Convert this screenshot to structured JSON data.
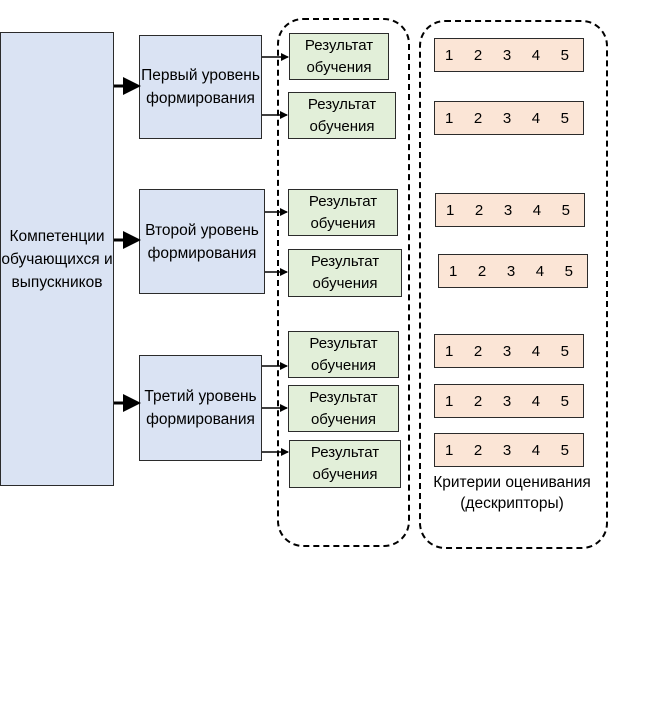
{
  "competence_label": "Компетенции обучающихся и выпускников",
  "levels": [
    {
      "label": "Первый уровень формирования"
    },
    {
      "label": "Второй уровень формирования"
    },
    {
      "label": "Третий уровень формирования"
    }
  ],
  "result_label": "Результат обучения",
  "criteria_numbers": [
    "1",
    "2",
    "3",
    "4",
    "5"
  ],
  "criteria_caption": "Критерии оценивания (дескрипторы)",
  "colors": {
    "competence_fill": "#dae3f3",
    "level_fill": "#dae3f3",
    "result_fill": "#e2efd9",
    "criteria_fill": "#fbe5d6",
    "outline": "#2b2b2b"
  }
}
